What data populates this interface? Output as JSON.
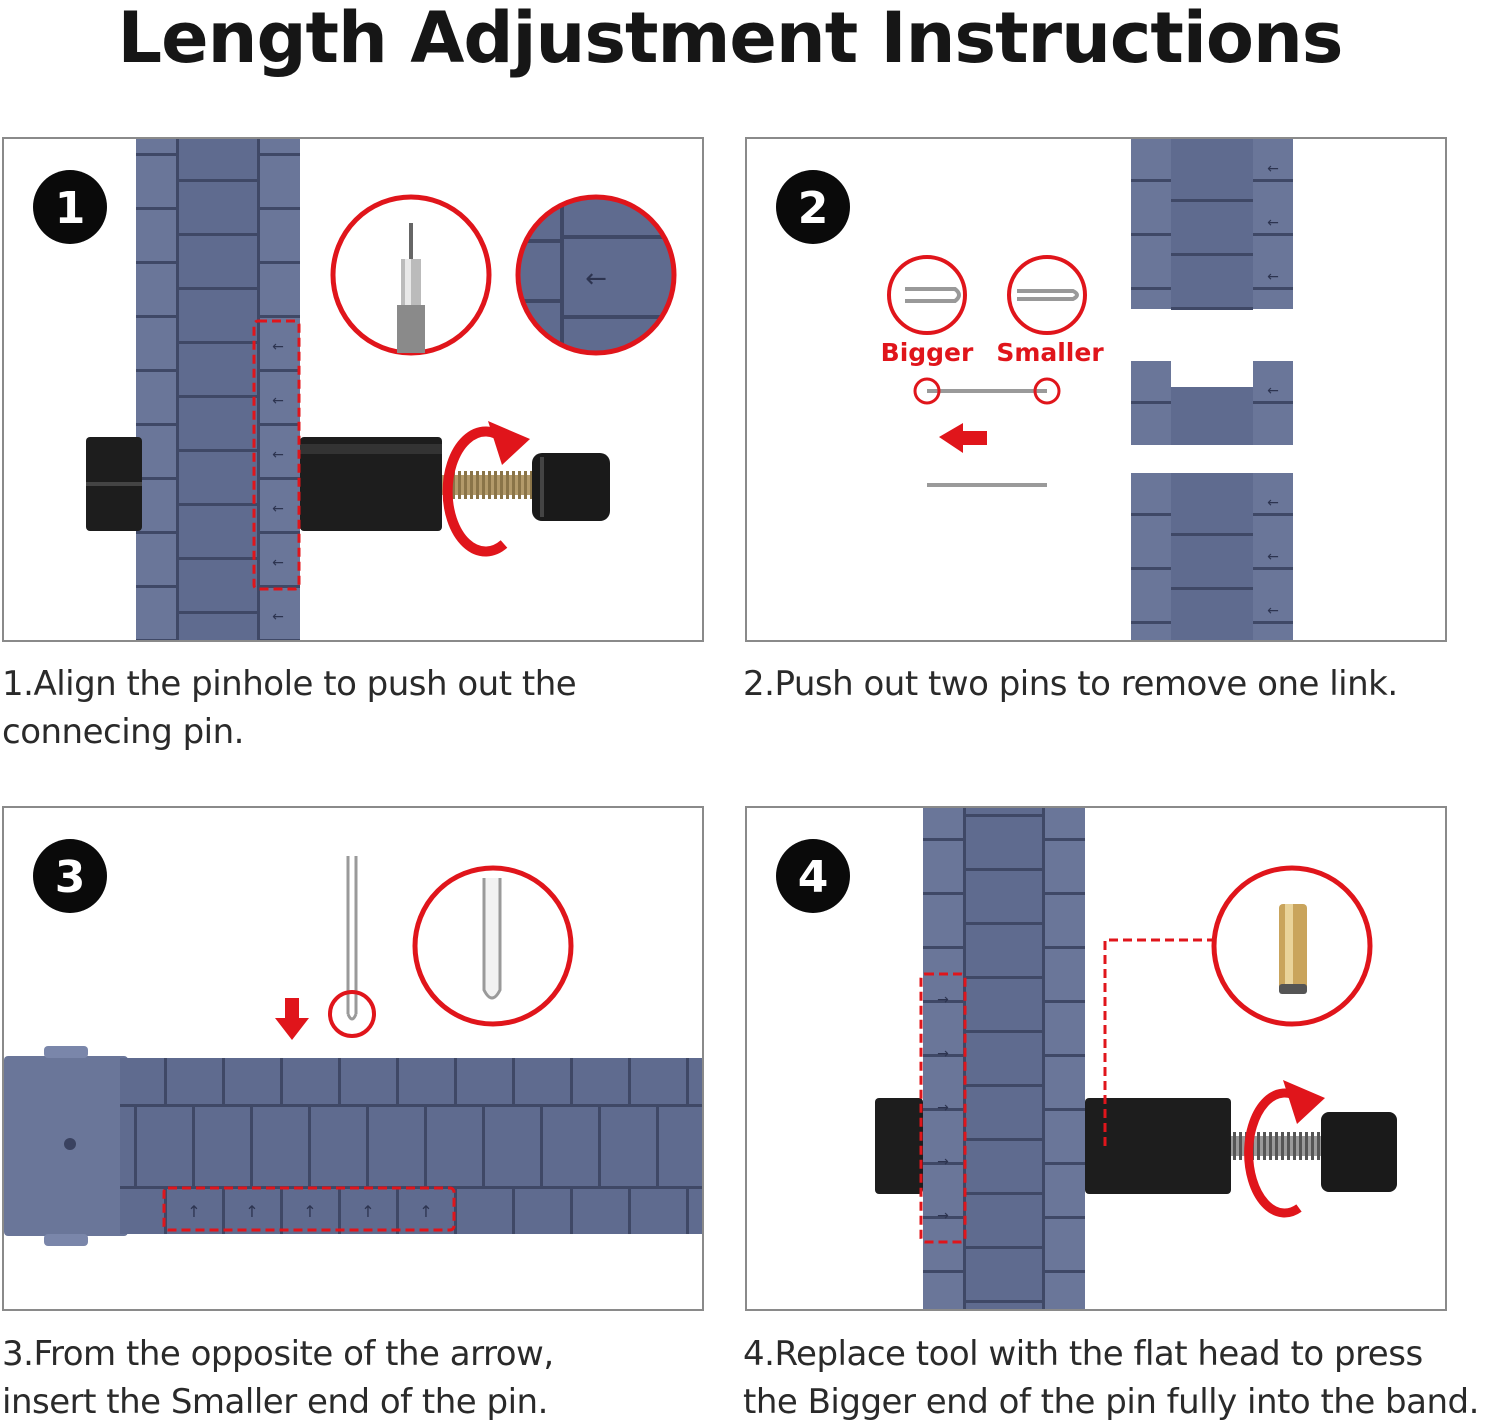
{
  "title": "Length Adjustment Instructions",
  "steps": [
    {
      "number": "1",
      "caption_line1": "1.Align the pinhole to push out the",
      "caption_line2": "connecing pin."
    },
    {
      "number": "2",
      "caption_line1": "2.Push out two pins to remove one link.",
      "caption_line2": ""
    },
    {
      "number": "3",
      "caption_line1": "3.From the opposite of the arrow,",
      "caption_line2": "insert the Smaller end of the pin."
    },
    {
      "number": "4",
      "caption_line1": "4.Replace tool with the flat head to press",
      "caption_line2": "the Bigger end of the pin fully into the band."
    }
  ],
  "pin_labels": {
    "bigger": "Bigger",
    "smaller": "Smaller"
  },
  "colors": {
    "accent": "#e0151b",
    "band": "#5f6b8f",
    "band_light": "#7482a6",
    "tool": "#1a1a1a",
    "brass": "#c9a45c"
  }
}
